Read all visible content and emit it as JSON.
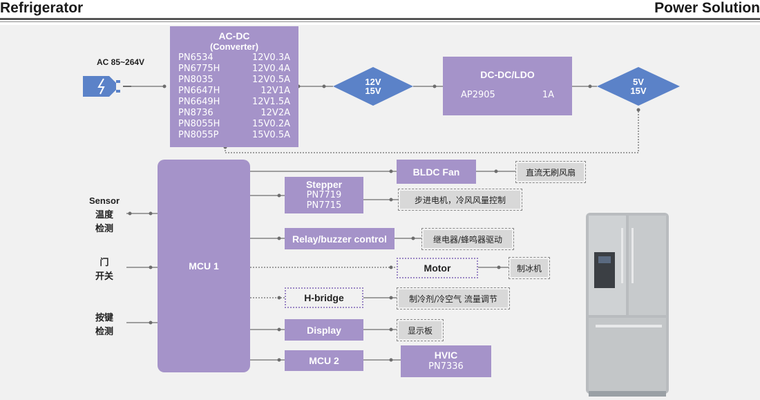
{
  "header": {
    "left": "Refrigerator",
    "right": "Power Solution"
  },
  "ac_input": {
    "label": "AC 85~264V"
  },
  "acdc": {
    "title": "AC-DC",
    "subtitle": "(Converter)",
    "rows": [
      {
        "part": "PN6534",
        "spec": "12V0.3A"
      },
      {
        "part": "PN6775H",
        "spec": "12V0.4A"
      },
      {
        "part": "PN8035",
        "spec": "12V0.5A"
      },
      {
        "part": "PN6647H",
        "spec": "12V1A"
      },
      {
        "part": "PN6649H",
        "spec": "12V1.5A"
      },
      {
        "part": "PN8736",
        "spec": "12V2A"
      },
      {
        "part": "PN8055H",
        "spec": "15V0.2A"
      },
      {
        "part": "PN8055P",
        "spec": "15V0.5A"
      }
    ]
  },
  "rail1": {
    "line1": "12V",
    "line2": "15V"
  },
  "dcdc": {
    "title": "DC-DC/LDO",
    "part": "AP2905",
    "spec": "1A"
  },
  "rail2": {
    "line1": "5V",
    "line2": "15V"
  },
  "mcu1": {
    "label": "MCU 1"
  },
  "inputs": {
    "sensor": {
      "line1": "Sensor",
      "line2": "温度",
      "line3": "检测"
    },
    "door": {
      "line1": "门",
      "line2": "开关"
    },
    "keys": {
      "line1": "按键",
      "line2": "检测"
    }
  },
  "blocks": {
    "bldc": {
      "label": "BLDC Fan",
      "note": "直流无刷风扇"
    },
    "stepper": {
      "title": "Stepper",
      "part1": "PN7719",
      "part2": "PN7715",
      "note": "步进电机，冷风风量控制"
    },
    "relay": {
      "label": "Relay/buzzer  control",
      "note": "继电器/蜂鸣器驱动"
    },
    "motor": {
      "label": "Motor",
      "note": "制冰机"
    },
    "hbridge": {
      "label": "H-bridge",
      "note": "制冷剂/冷空气 流量调节"
    },
    "display": {
      "label": "Display",
      "note": "显示板"
    },
    "mcu2": {
      "label": "MCU 2"
    },
    "hvic": {
      "title": "HVIC",
      "part": "PN7336"
    }
  },
  "colors": {
    "block": "#a593c9",
    "diamond": "#5b82c8",
    "wire": "#6d6d6d"
  }
}
